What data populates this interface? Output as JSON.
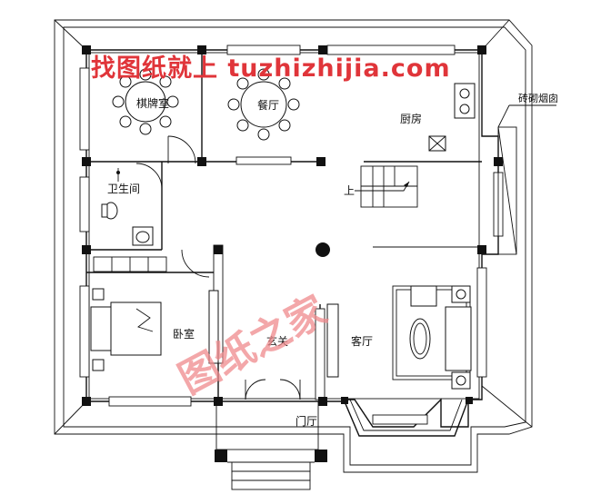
{
  "rooms": {
    "mahjong": "棋牌室",
    "dining": "餐厅",
    "kitchen": "厨房",
    "chimney": "砖砌烟囱",
    "bathroom": "卫生间",
    "stairs_up": "上",
    "bedroom": "卧室",
    "foyer": "玄关",
    "living": "客厅",
    "entrance": "门厅"
  },
  "watermarks": {
    "top": "找图纸就上 tuzhizhijia.com",
    "middle": "图纸之家"
  },
  "colors": {
    "line": "#111111",
    "watermark_top": "#e0353a",
    "watermark_mid": "#ef8a8c"
  }
}
